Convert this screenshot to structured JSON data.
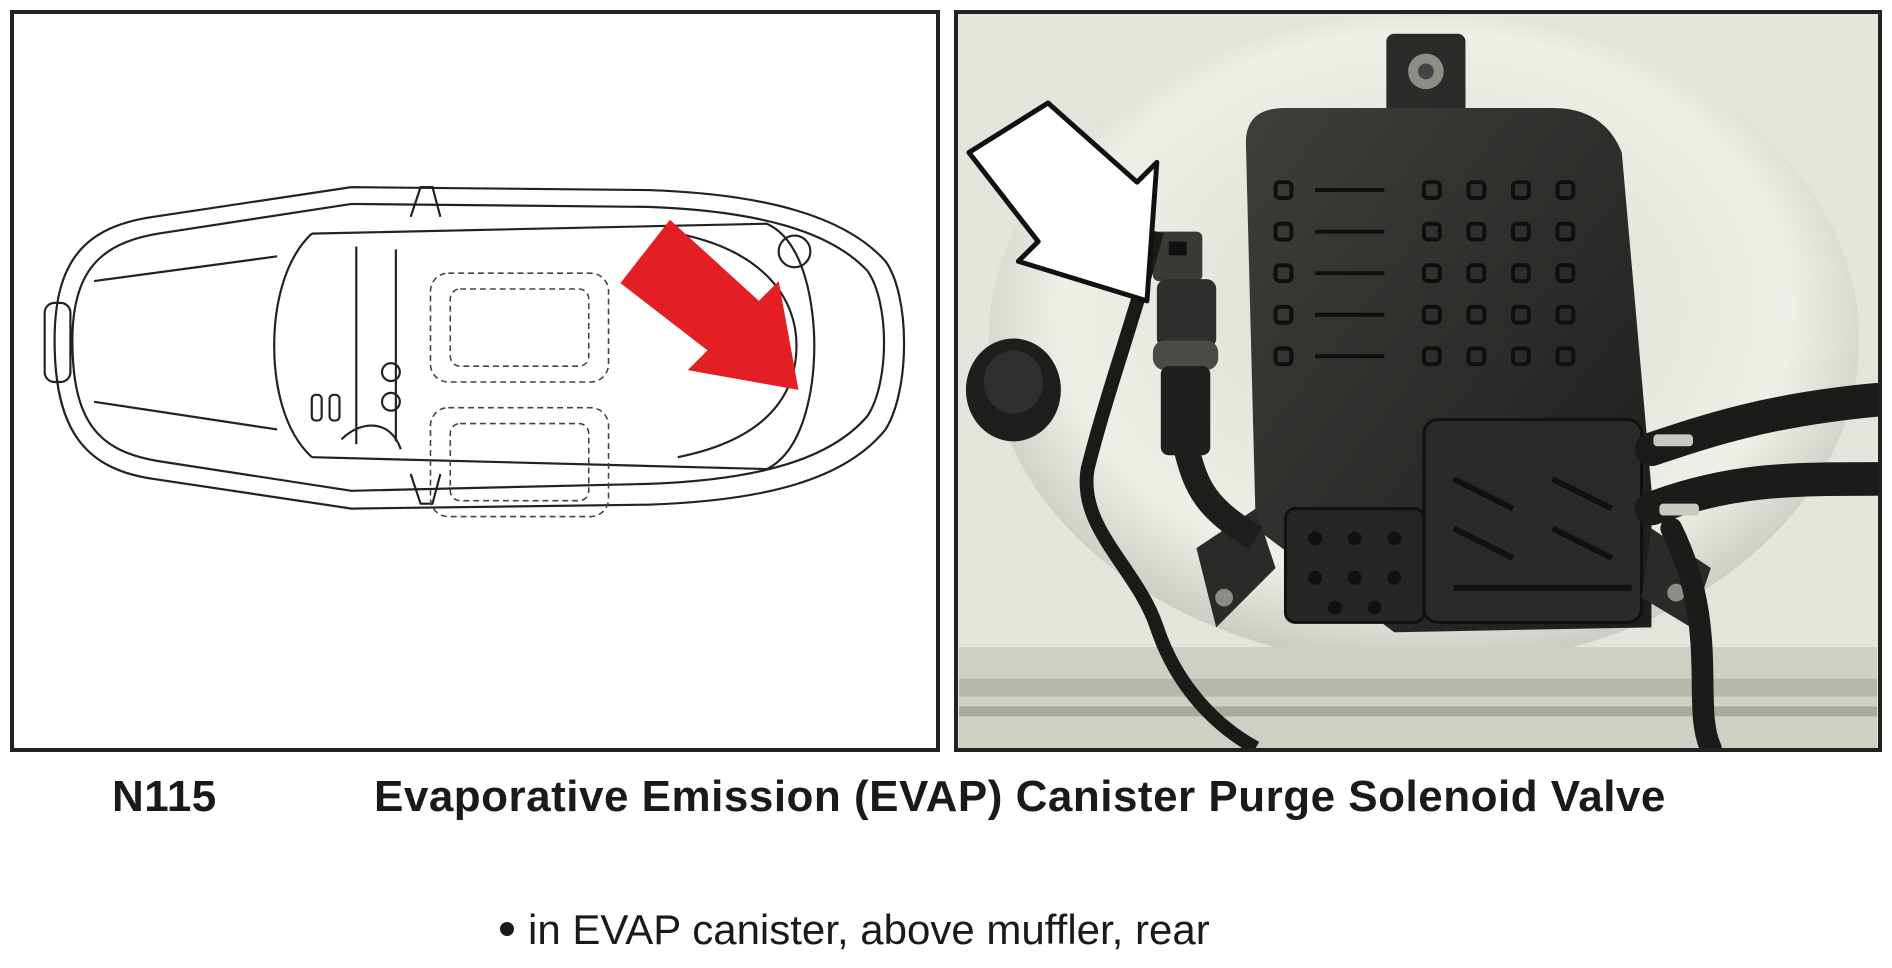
{
  "component": {
    "code": "N115",
    "name": "Evaporative Emission (EVAP) Canister Purge Solenoid Valve"
  },
  "location": {
    "text": "in EVAP canister, above muffler, rear"
  },
  "illustration": {
    "left": {
      "subject": "car-top-view-diagram",
      "arrow_color": "#e31e24"
    },
    "right": {
      "subject": "evap-canister-photo",
      "arrow_color": "#ffffff"
    }
  }
}
